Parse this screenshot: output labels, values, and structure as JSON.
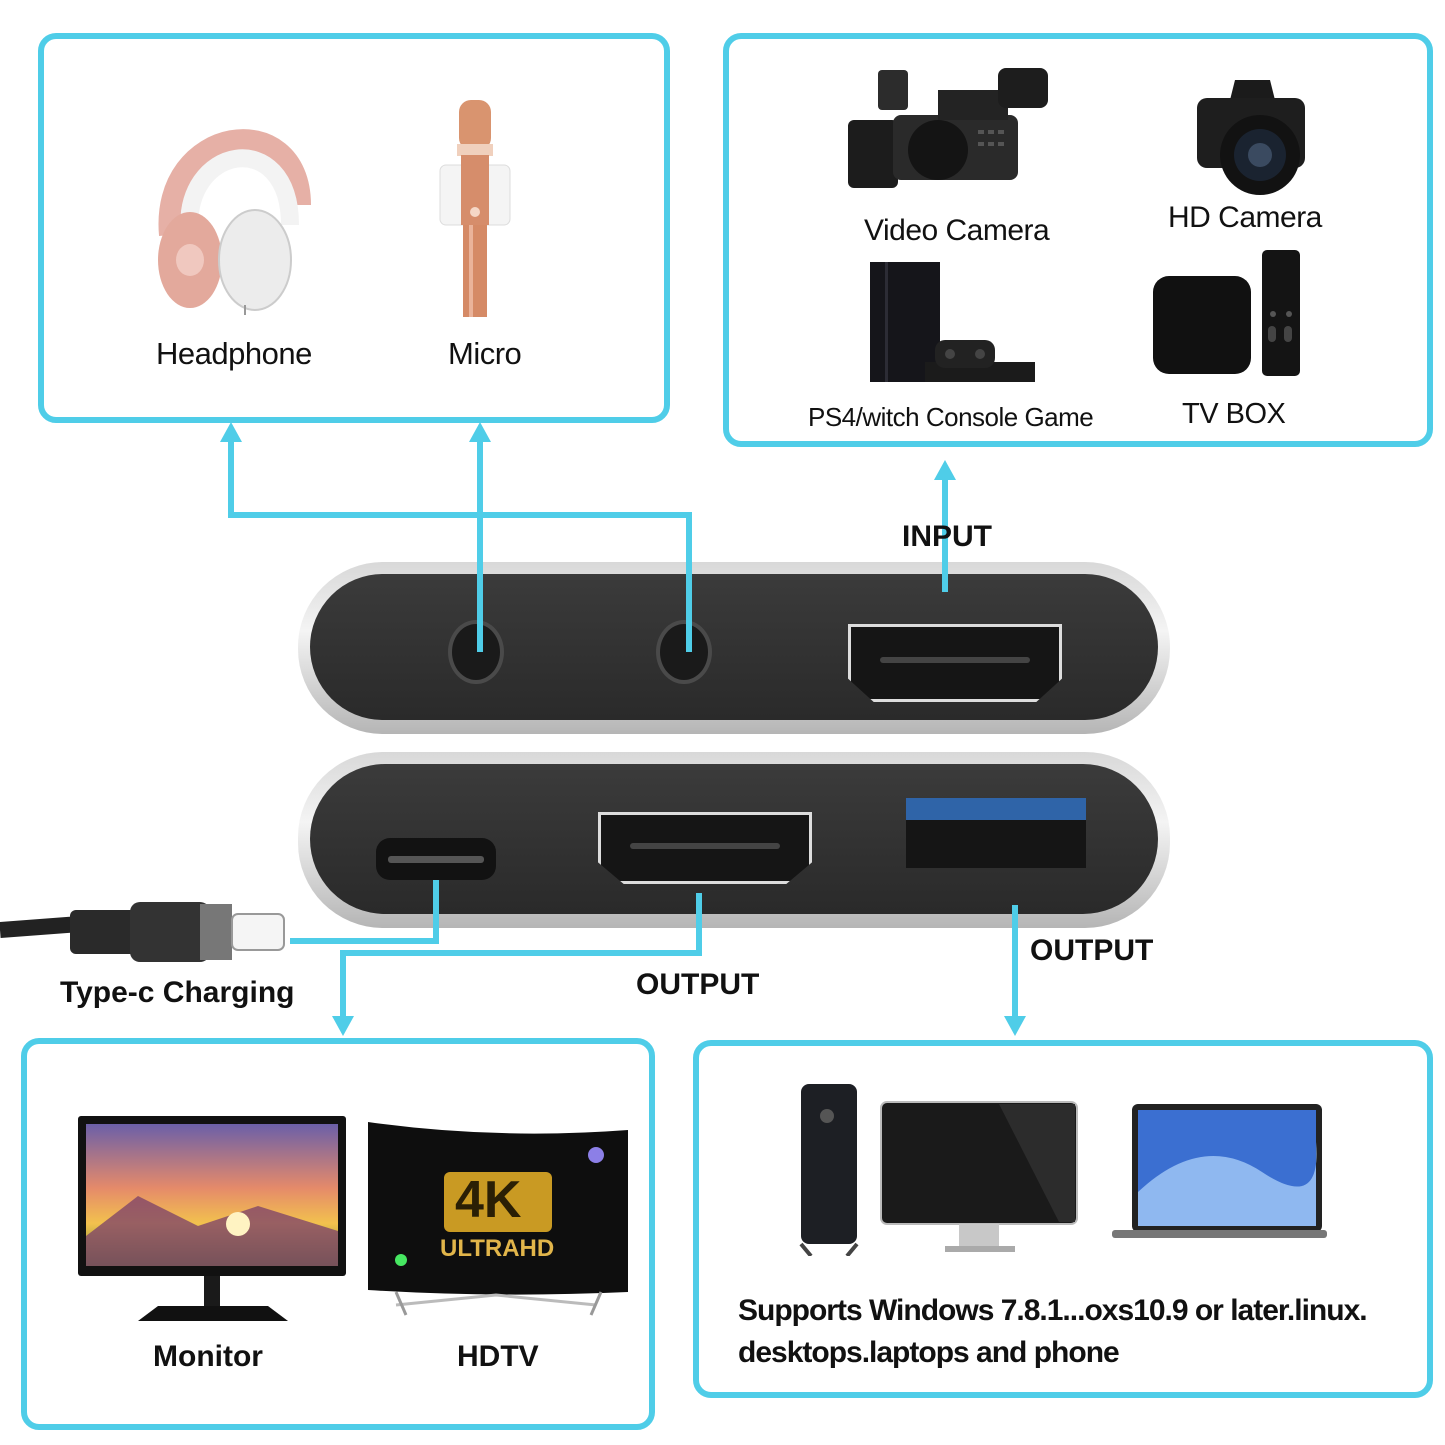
{
  "colors": {
    "accent": "#4fcde8",
    "text": "#111111",
    "adapter_face": "#2e2e2e",
    "adapter_rim": "#c8c8c8",
    "usb_blue": "#2f64a8"
  },
  "audio_box": {
    "items": [
      {
        "label": "Headphone",
        "icon": "headphone-icon"
      },
      {
        "label": "Micro",
        "icon": "microphone-icon"
      }
    ]
  },
  "input_box": {
    "items": [
      {
        "label": "Video Camera",
        "icon": "video-camera-icon"
      },
      {
        "label": "HD Camera",
        "icon": "dslr-camera-icon"
      },
      {
        "label": "PS4/witch Console Game",
        "icon": "game-console-icon"
      },
      {
        "label": "TV BOX",
        "icon": "tv-box-icon"
      }
    ]
  },
  "adapter": {
    "input_label": "INPUT",
    "output_hdmi_label": "OUTPUT",
    "output_usb_label": "OUTPUT",
    "charging_label": "Type-c Charging",
    "top_ports": [
      "3.5mm jack",
      "3.5mm jack",
      "HDMI"
    ],
    "bottom_ports": [
      "USB-C",
      "HDMI",
      "USB-A 3.0"
    ]
  },
  "display_box": {
    "items": [
      {
        "label": "Monitor",
        "icon": "monitor-icon"
      },
      {
        "label": "HDTV",
        "icon": "hdtv-icon",
        "screen_text_1": "4K",
        "screen_text_2": "ULTRAHD"
      }
    ]
  },
  "computer_box": {
    "icons": [
      "desktop-tower-icon",
      "display-icon",
      "laptop-icon"
    ],
    "text_line_1": "Supports Windows 7.8.1...oxs10.9 or later.linux.",
    "text_line_2": "desktops.laptops and phone"
  }
}
